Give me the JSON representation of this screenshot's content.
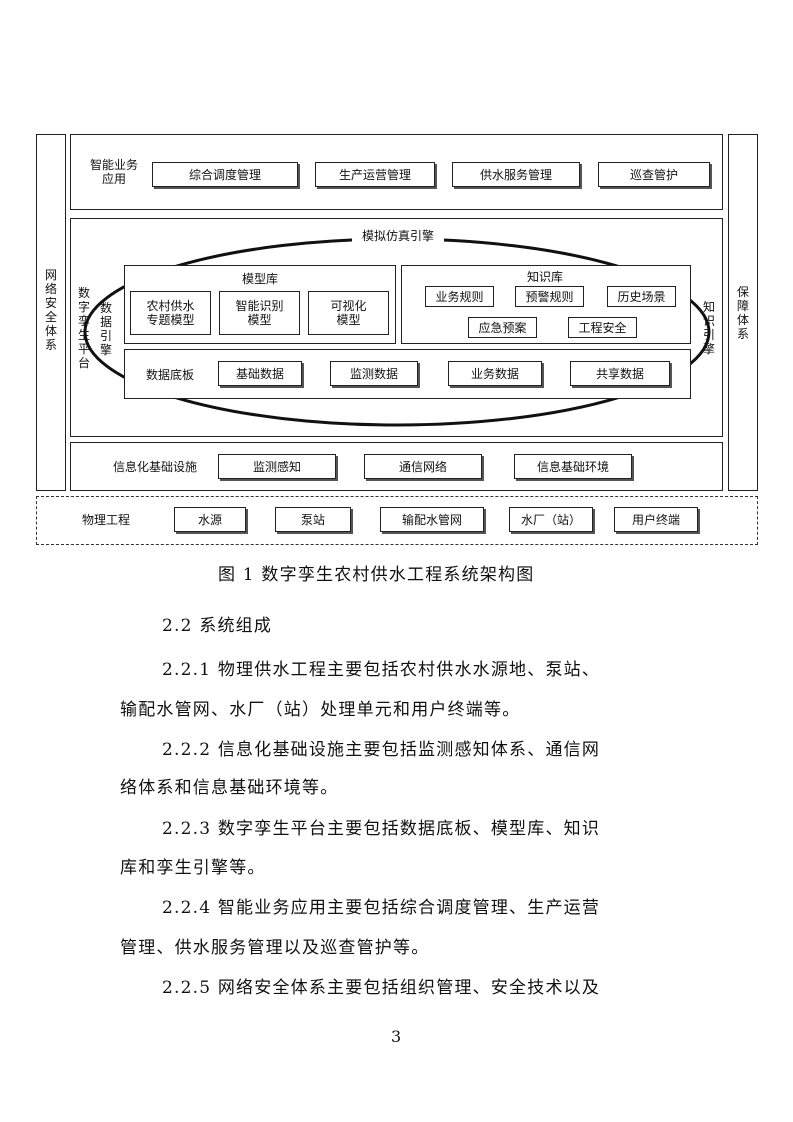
{
  "diagram": {
    "left_side": "网络安全体系",
    "right_side": "保障体系",
    "smart_app": {
      "label": "智能业务应用",
      "items": [
        "综合调度管理",
        "生产运营管理",
        "供水服务管理",
        "巡查管护"
      ]
    },
    "twin_platform": {
      "label": "数字孪生平台",
      "sim_engine": "模拟仿真引擎",
      "data_engine": "数据引擎",
      "knowledge_engine": "知识引擎",
      "model_lib": {
        "title": "模型库",
        "items": [
          "农村供水专题模型",
          "智能识别模型",
          "可视化模型"
        ]
      },
      "knowledge_lib": {
        "title": "知识库",
        "items": [
          "业务规则",
          "预警规则",
          "历史场景",
          "应急预案",
          "工程安全"
        ]
      },
      "data_base": {
        "label": "数据底板",
        "items": [
          "基础数据",
          "监测数据",
          "业务数据",
          "共享数据"
        ]
      }
    },
    "infra": {
      "label": "信息化基础设施",
      "items": [
        "监测感知",
        "通信网络",
        "信息基础环境"
      ]
    },
    "physical": {
      "label": "物理工程",
      "items": [
        "水源",
        "泵站",
        "输配水管网",
        "水厂（站）",
        "用户终端"
      ]
    }
  },
  "caption": "图 1  数字孪生农村供水工程系统架构图",
  "section_heading": "2.2  系统组成",
  "paragraphs": [
    "2.2.1  物理供水工程主要包括农村供水水源地、泵站、",
    "输配水管网、水厂（站）处理单元和用户终端等。",
    "2.2.2  信息化基础设施主要包括监测感知体系、通信网",
    "络体系和信息基础环境等。",
    "2.2.3  数字孪生平台主要包括数据底板、模型库、知识",
    "库和孪生引擎等。",
    "2.2.4  智能业务应用主要包括综合调度管理、生产运营",
    "管理、供水服务管理以及巡查管护等。",
    "2.2.5  网络安全体系主要包括组织管理、安全技术以及"
  ],
  "page_number": "3"
}
